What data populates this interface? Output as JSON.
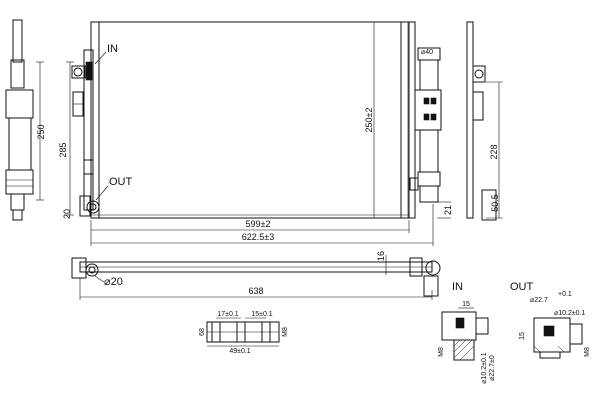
{
  "labels": {
    "in": "IN",
    "out": "OUT",
    "in_detail": "IN",
    "out_detail": "OUT"
  },
  "dimensions": {
    "core_width": "599±2",
    "overall_width": "622.5±3",
    "core_height": "250±2",
    "side_height": "285",
    "side_bottom": "20",
    "left_view_height": "250",
    "drier_diameter": "⌀40",
    "drier_bottom": "21",
    "right_view_height": "228",
    "right_view_bracket": "50.5",
    "bottom_thickness": "16",
    "bottom_length": "638",
    "bottom_pipe_diameter": "⌀20",
    "port_a_width": "17±0.1",
    "port_b_width": "15±0.1",
    "port_span": "49±0.1",
    "port_left_height": "68",
    "port_right_height": "M8",
    "in_top": "15",
    "in_m8": "M8",
    "in_d1": "⌀10.2±0.1",
    "in_d2": "⌀22.7±0",
    "out_d1": "⌀22.7",
    "out_tol": "+0.1",
    "out_d2": "⌀10.2±0.1",
    "out_side": "15",
    "out_m8": "M8"
  }
}
